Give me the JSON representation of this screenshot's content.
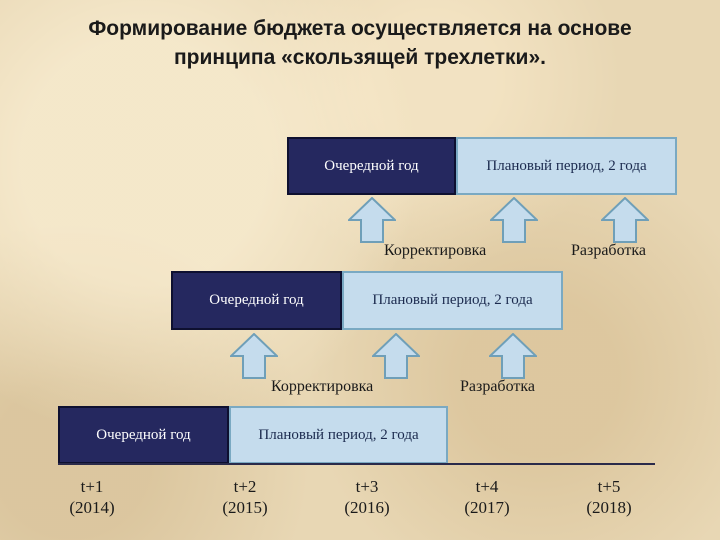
{
  "title": {
    "line1": "Формирование бюджета осуществляется на основе",
    "line2": "принципа «скользящей трехлетки»."
  },
  "rows": [
    {
      "current": "Очередной год",
      "planning": "Плановый период, 2 года"
    },
    {
      "current": "Очередной год",
      "planning": "Плановый период, 2 года"
    },
    {
      "current": "Очередной год",
      "planning": "Плановый период, 2 года"
    }
  ],
  "labels": {
    "correction": "Корректировка",
    "development": "Разработка"
  },
  "timeline": [
    {
      "t": "t+1",
      "year": "(2014)"
    },
    {
      "t": "t+2",
      "year": "(2015)"
    },
    {
      "t": "t+3",
      "year": "(2016)"
    },
    {
      "t": "t+4",
      "year": "(2017)"
    },
    {
      "t": "t+5",
      "year": "(2018)"
    }
  ],
  "colors": {
    "current_year": "#25285f",
    "planning_period": "#c5dced",
    "arrow_fill": "#c5dced",
    "arrow_stroke": "#6f9fb8"
  }
}
